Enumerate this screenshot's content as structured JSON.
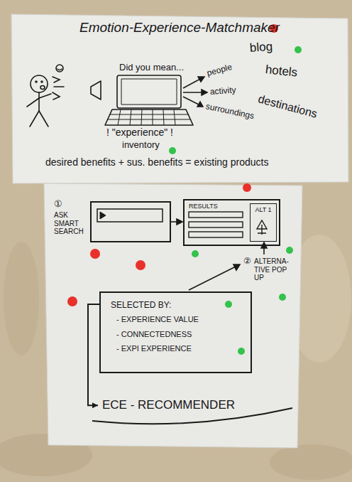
{
  "diagram": {
    "title": "Emotion-Experience-Matchmaker",
    "nodes": [
      {
        "text": [
          "RESULTS"
        ]
      },
      {
        "text": [
          "ALT 1"
        ],
        "in": 0
      },
      {
        "text": [
          "SELECTED BY:",
          "- EXPERIENCE VALUE",
          "- CONNECTEDNESS",
          "- EXPI EXPERIENCE"
        ]
      },
      {
        "text": [
          "ECE - RECOMMENDER"
        ]
      }
    ],
    "edges": [
      {
        "from": 2,
        "to": 3,
        "arrow": "to"
      }
    ],
    "labels": [
      "Did you mean...",
      "people",
      "activity",
      "surroundings",
      "blog",
      "hotels",
      "destinations",
      "! \"experience\" !",
      "inventory",
      "desired benefits + sus. benefits = existing products",
      "①",
      "ASK SMART SEARCH",
      "②",
      "ALTERNA-TIVE POP UP"
    ]
  }
}
